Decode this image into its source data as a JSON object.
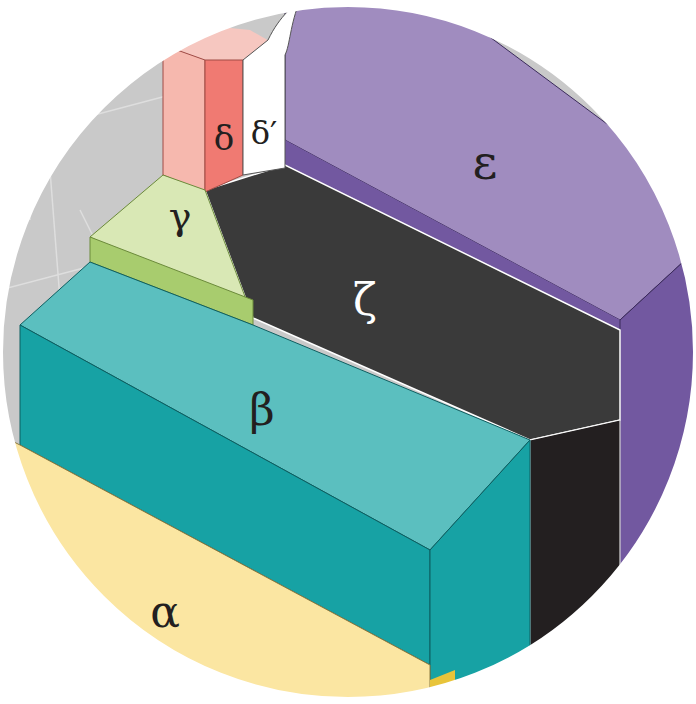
{
  "diagram": {
    "nodes": [
      {
        "text": [
          "δ"
        ]
      },
      {
        "text": [
          "δ′"
        ]
      },
      {
        "text": [
          "ε"
        ]
      },
      {
        "text": [
          "γ"
        ]
      },
      {
        "text": [
          "ζ"
        ]
      },
      {
        "text": [
          "β"
        ]
      },
      {
        "text": [
          "α"
        ]
      }
    ]
  }
}
